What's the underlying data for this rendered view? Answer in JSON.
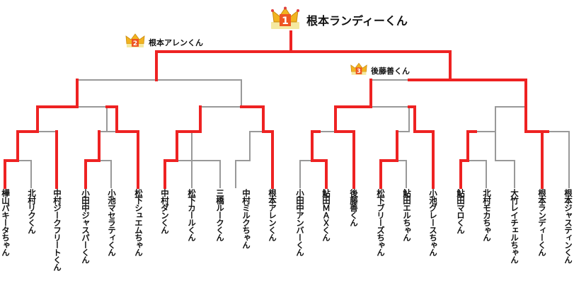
{
  "bracket": {
    "champion": {
      "rank_badge": "1",
      "name": "根本ランディーくん",
      "icon": "gold-crown-icon"
    },
    "runner_up": {
      "rank_badge": "2",
      "name": "根本アレンくん",
      "icon": "crown-icon"
    },
    "third_place": {
      "rank_badge": "3",
      "name": "後藤善くん",
      "icon": "crown-icon"
    },
    "players": [
      "樺山パキータちゃん",
      "北村リクくん",
      "中村ジークフリートくん",
      "小田中ジャスパーくん",
      "小池マセラティくん",
      "松下シュエムちゃん",
      "中村ダンくん",
      "松下カールくん",
      "三橋ルークくん",
      "中村ミルクちゃん",
      "根本アレンくん",
      "小田中アンバーくん",
      "鮎田ＭＡＸくん",
      "後藤善くん",
      "松下ブリーズちゃん",
      "鮎田エルちゃん",
      "小池グレースちゃん",
      "鮎田マロくん",
      "北村モカちゃん",
      "大竹レイチェルちゃん",
      "根本ランディーくん",
      "根本ジャスティンくん"
    ]
  },
  "colors": {
    "win_line": "#ee2222",
    "lose_line": "#999999",
    "text": "#111111",
    "gold": "#f0b020"
  }
}
